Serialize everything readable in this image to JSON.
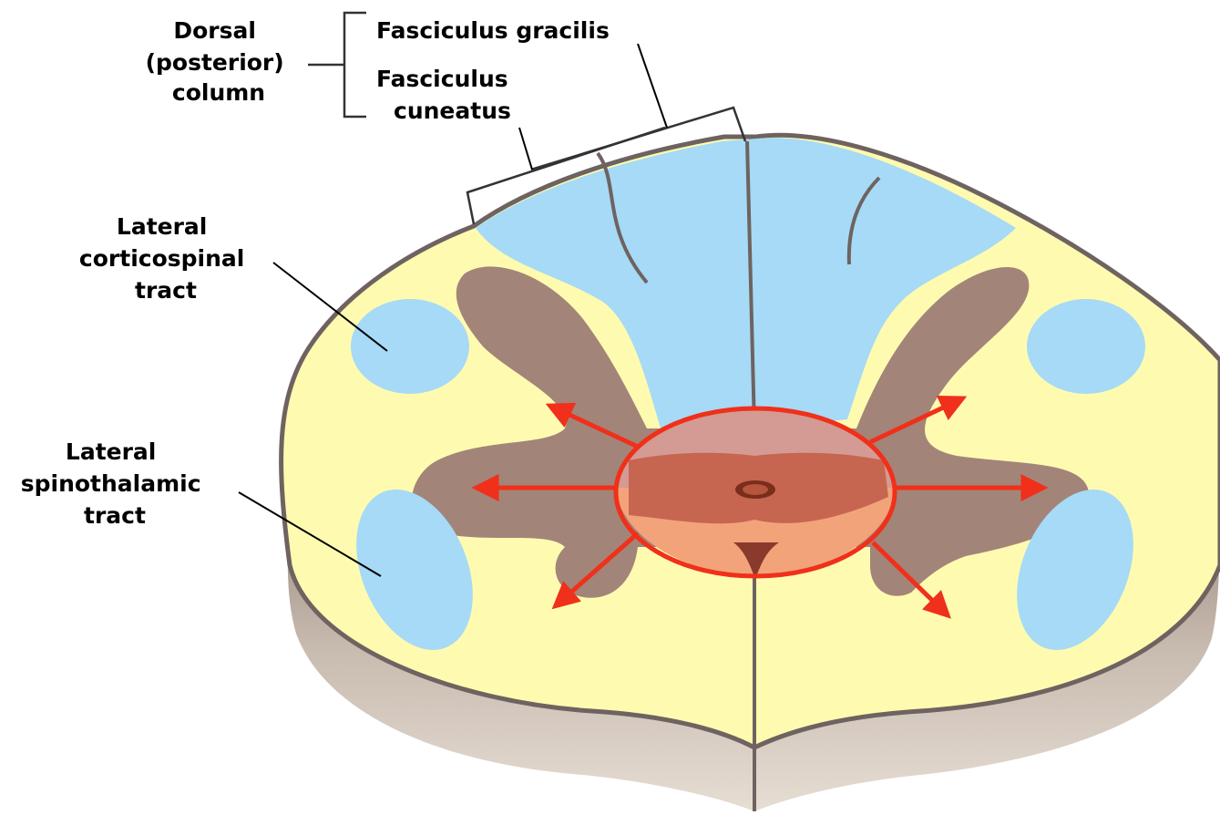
{
  "labels": {
    "dorsal_column": [
      "Dorsal",
      "(posterior)",
      "column"
    ],
    "fasciculus_gracilis": "Fasciculus gracilis",
    "fasciculus_cuneatus": [
      "Fasciculus",
      "cuneatus"
    ],
    "lateral_corticospinal": [
      "Lateral",
      "corticospinal",
      "tract"
    ],
    "lateral_spinothalamic": [
      "Lateral",
      "spinothalamic",
      "tract"
    ]
  },
  "colors": {
    "white_matter": "#FEFBB0",
    "dorsal_columns": "#A6DAF6",
    "gray_matter": "#A38479",
    "outline": "#6E6360",
    "section_side": "#B8A89C",
    "lesion_ring": "#F0301A",
    "lesion_fill_upper": "#D49A94",
    "lesion_fill_middle": "#C66650",
    "lesion_fill_lower": "#F2A37A",
    "arrows": "#F0301A"
  }
}
